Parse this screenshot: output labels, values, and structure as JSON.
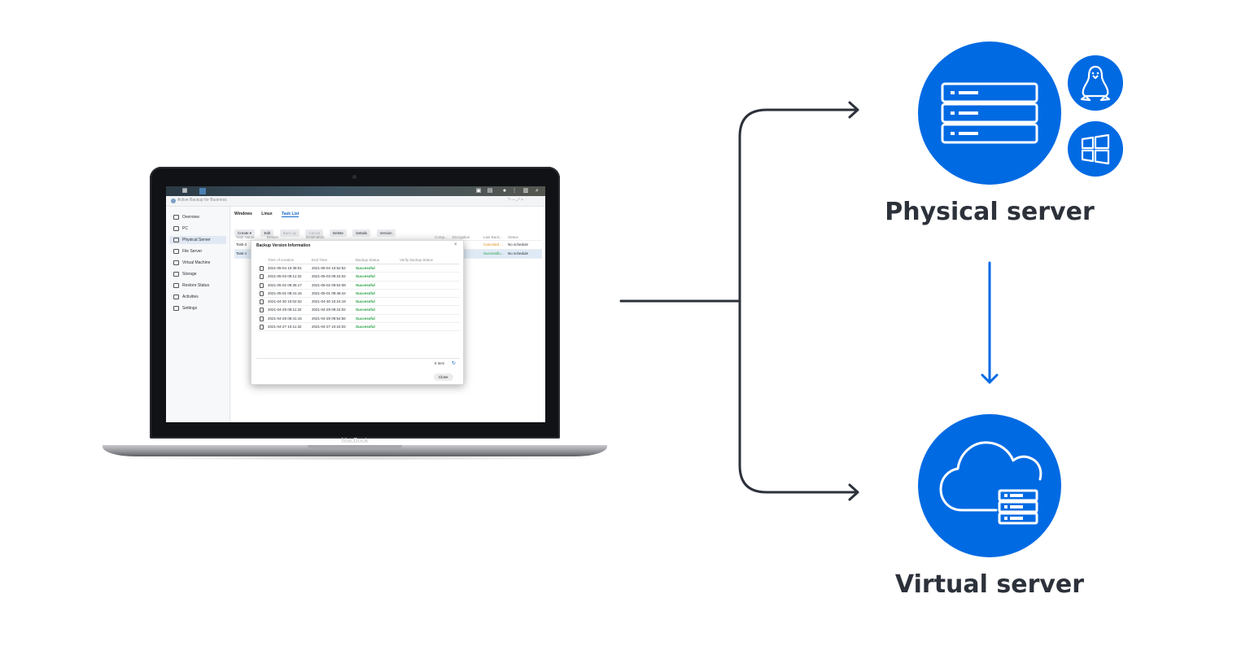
{
  "screen": {
    "app_title": "Active Backup for Business",
    "window_controls": "? — ⤢ ×",
    "sidebar": [
      {
        "label": "Overview",
        "active": false
      },
      {
        "label": "PC",
        "active": false
      },
      {
        "label": "Physical Server",
        "active": true
      },
      {
        "label": "File Server",
        "active": false
      },
      {
        "label": "Virtual Machine",
        "active": false
      },
      {
        "label": "Storage",
        "active": false
      },
      {
        "label": "Restore Status",
        "active": false
      },
      {
        "label": "Activities",
        "active": false
      },
      {
        "label": "Settings",
        "active": false
      }
    ],
    "tabs": [
      "Windows",
      "Linux",
      "Task List"
    ],
    "toolbar": [
      "Create ▾",
      "Edit",
      "Back up",
      "Cancel",
      "Delete",
      "Details",
      "Version"
    ],
    "task_table": {
      "headers": [
        "Task Name",
        "Device",
        "Destination",
        "Comp...",
        "Encryption",
        "Last Back...",
        "Status"
      ],
      "rows": [
        [
          "Task-2",
          "",
          "",
          "",
          "",
          "Canceled ...",
          "No schedule"
        ],
        [
          "Task-1",
          "",
          "",
          "",
          "",
          "Successfu...",
          "No schedule"
        ]
      ]
    },
    "modal": {
      "title": "Backup Version Information",
      "headers": [
        "Time of creation",
        "End Time",
        "Backup Status",
        "Verify backup Status"
      ],
      "rows": [
        [
          "2021-05-04 10:38:01",
          "2021-05-04 10:52:52",
          "Successful"
        ],
        [
          "2021-05-03 09:11:32",
          "2021-05-03 09:24:02",
          "Successful"
        ],
        [
          "2021-05-02 09:35:17",
          "2021-05-02 09:54:08",
          "Successful"
        ],
        [
          "2021-05-01 08:41:15",
          "2021-05-01 08:48:44",
          "Successful"
        ],
        [
          "2021-04-30 10:02:32",
          "2021-04-30 10:24:19",
          "Successful"
        ],
        [
          "2021-04-29 09:11:32",
          "2021-04-29 09:24:02",
          "Successful"
        ],
        [
          "2021-04-28 08:41:15",
          "2021-04-28 09:54:56",
          "Successful"
        ],
        [
          "2021-04-27 10:11:32",
          "2021-04-27 10:24:02",
          "Successful"
        ]
      ],
      "item_count": "8 item",
      "close_label": "Close"
    }
  },
  "laptop_brand": "MacBook",
  "diagram": {
    "physical_label": "Physical server",
    "virtual_label": "Virtual server",
    "icons": [
      "server-rack-icon",
      "linux-penguin-icon",
      "windows-logo-icon",
      "cloud-server-icon"
    ],
    "accent_color": "#006ae3",
    "line_color": "#2c313a"
  }
}
